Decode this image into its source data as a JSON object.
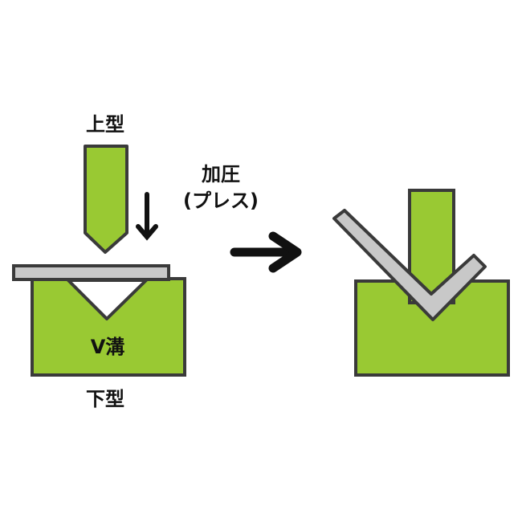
{
  "labels": {
    "upper_die": "上型",
    "pressure": "加圧",
    "press": "(プレス)",
    "v_groove": "V溝",
    "lower_die": "下型"
  },
  "colors": {
    "die_green": "#99c933",
    "sheet_gray": "#c8c8c8",
    "outline": "#3a3a3a",
    "arrow": "#111111"
  }
}
